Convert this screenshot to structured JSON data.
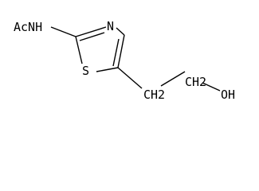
{
  "molecule": {
    "atoms": {
      "acetamido": "AcNH",
      "ring_nitrogen": "N",
      "ring_sulfur": "S",
      "ch2_first": "CH2",
      "ch2_second": "CH2",
      "hydroxyl": "OH"
    },
    "colors": {
      "bond": "#000000",
      "label": "#000000",
      "background": "#ffffff"
    }
  }
}
